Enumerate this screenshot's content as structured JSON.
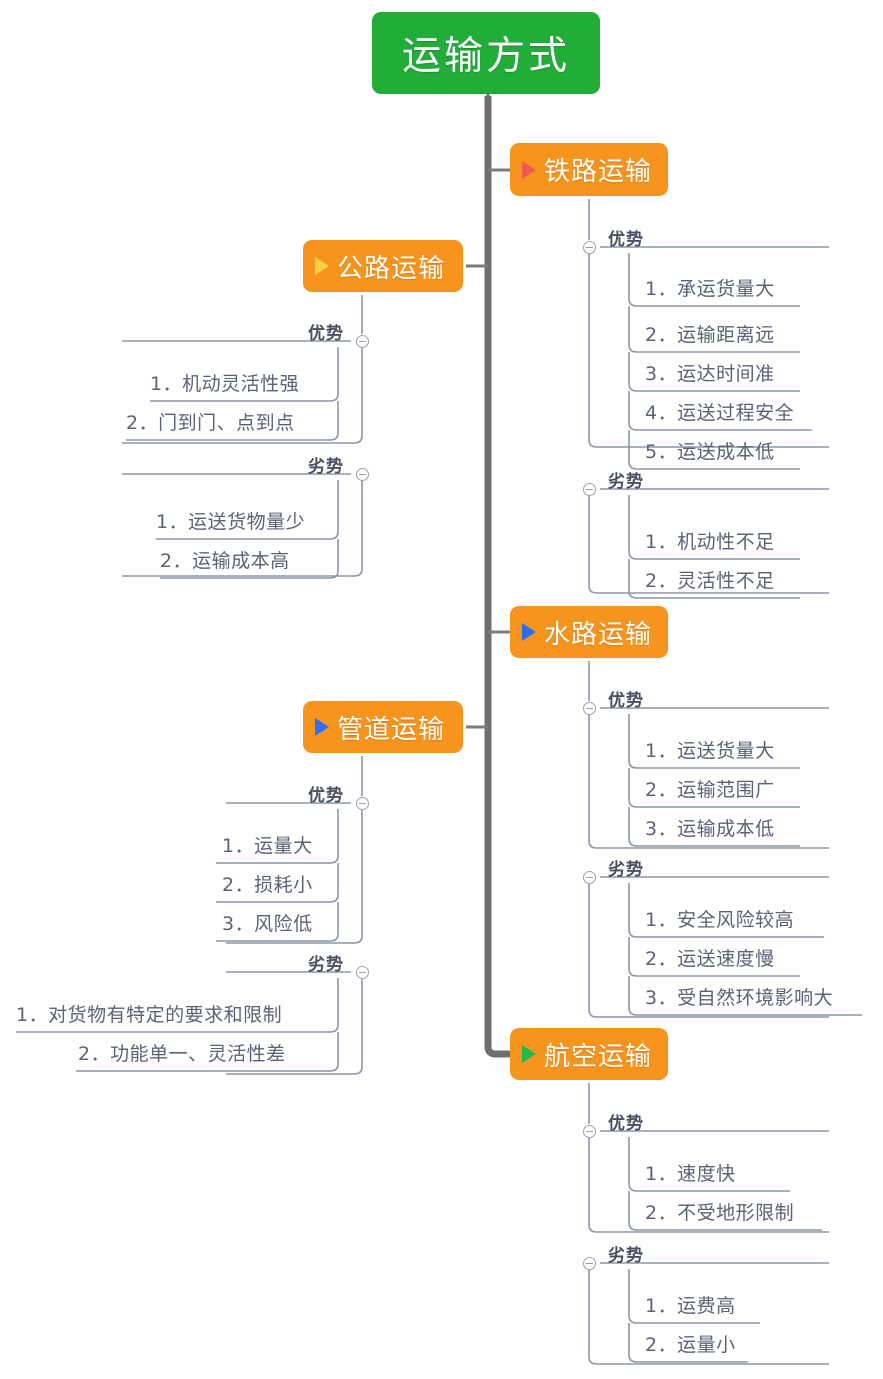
{
  "diagram": {
    "title": "运输方式",
    "root": {
      "label": "运输方式",
      "color": "#22ac38"
    },
    "topic_color": "#f7941d",
    "group_labels": {
      "pros": "优势",
      "cons": "劣势"
    },
    "branches": [
      {
        "label": "铁路运输",
        "side": "right",
        "marker_color": "#ef5a52",
        "marker": "triangle-right-icon",
        "pros": [
          "1．承运货量大",
          "2．运输距离远",
          "3．运达时间准",
          "4．运送过程安全",
          "5．运送成本低"
        ],
        "cons": [
          "1．机动性不足",
          "2．灵活性不足"
        ]
      },
      {
        "label": "公路运输",
        "side": "left",
        "marker_color": "#f6d14a",
        "marker": "triangle-right-icon",
        "pros": [
          "1．机动灵活性强",
          "2．门到门、点到点"
        ],
        "cons": [
          "1．运送货物量少",
          "2．运输成本高"
        ]
      },
      {
        "label": "水路运输",
        "side": "right",
        "marker_color": "#2f6ff0",
        "marker": "triangle-right-icon",
        "pros": [
          "1．运送货量大",
          "2．运输范围广",
          "3．运输成本低"
        ],
        "cons": [
          "1．安全风险较高",
          "2．运送速度慢",
          "3．受自然环境影响大"
        ]
      },
      {
        "label": "管道运输",
        "side": "left",
        "marker_color": "#2f6ff0",
        "marker": "triangle-right-icon",
        "pros": [
          "1．运量大",
          "2．损耗小",
          "3．风险低"
        ],
        "cons": [
          "1．对货物有特定的要求和限制",
          "2．功能单一、灵活性差"
        ]
      },
      {
        "label": "航空运输",
        "side": "right",
        "marker_color": "#1fba4a",
        "marker": "triangle-right-icon",
        "pros": [
          "1．速度快",
          "2．不受地形限制"
        ],
        "cons": [
          "1．运费高",
          "2．运量小"
        ]
      }
    ]
  }
}
